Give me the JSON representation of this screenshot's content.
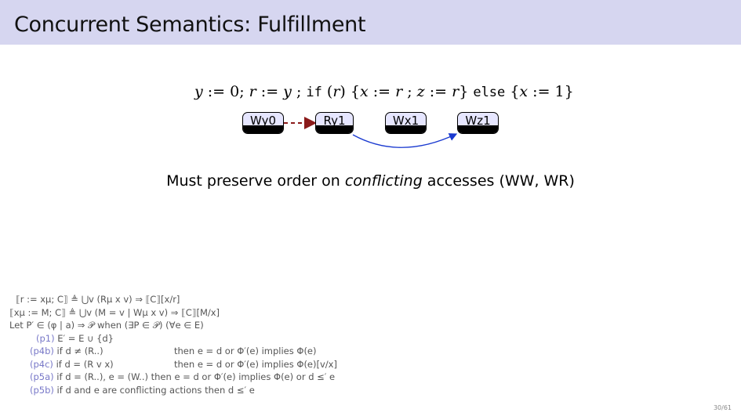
{
  "slide": {
    "title": "Concurrent Semantics: Fulfillment",
    "program": {
      "p1": "y",
      "p2": " := 0; ",
      "p3": "r",
      "p4": " := ",
      "p5": "y",
      "p6": " ; ",
      "p7": "if",
      "p8": " (",
      "p9": "r",
      "p10": ") {",
      "p11": "x",
      "p12": " := ",
      "p13": "r",
      "p14": " ; ",
      "p15": "z",
      "p16": " := ",
      "p17": "r",
      "p18": "} ",
      "p19": "else",
      "p20": " {",
      "p21": "x",
      "p22": " := 1}"
    },
    "events": [
      {
        "label": "Wy0"
      },
      {
        "label": "Ry1"
      },
      {
        "label": "Wx1"
      },
      {
        "label": "Wz1"
      }
    ],
    "colors": {
      "title_bar": "#d6d6f0",
      "event_fill": "#e6e6ff",
      "dependency_arrow": "#8b1a1a",
      "order_arrow": "#1a3ad0",
      "rule_tag": "#7878c8"
    },
    "caption": {
      "before": "Must preserve order on ",
      "emph": "conflicting",
      "after": " accesses (WW, WR)"
    },
    "rules": {
      "r1": "⟦r := xμ; C⟧ ≜ ⋃v (Rμ x v) ⇒ ⟦C⟧[x/r]",
      "r2": "⟦xμ := M; C⟧ ≜ ⋃v (M = v | Wμ x v) ⇒ ⟦C⟧[M/x]",
      "r3": "Let P′ ∈ (φ | a) ⇒ 𝒫 when (∃P ∈ 𝒫) (∀e ∈ E)",
      "p1_tag": "(p1)",
      "p1_text": "E′ = E ∪ {d}",
      "p4b_tag": "(p4b)",
      "p4b_if": "if d ≠ (R..)",
      "p4b_then": "then e = d or Φ′(e) implies Φ(e)",
      "p4c_tag": "(p4c)",
      "p4c_if": "if d = (R v x)",
      "p4c_then": "then e = d or Φ′(e) implies Φ(e)[v/x]",
      "p5a_tag": "(p5a)",
      "p5a_text": "if d = (R..), e = (W..) then e = d or Φ′(e) implies Φ(e) or d ≤′ e",
      "p5b_tag": "(p5b)",
      "p5b_text": "if d and e are conflicting actions then d ≤′ e"
    },
    "page_number": "30/61"
  }
}
